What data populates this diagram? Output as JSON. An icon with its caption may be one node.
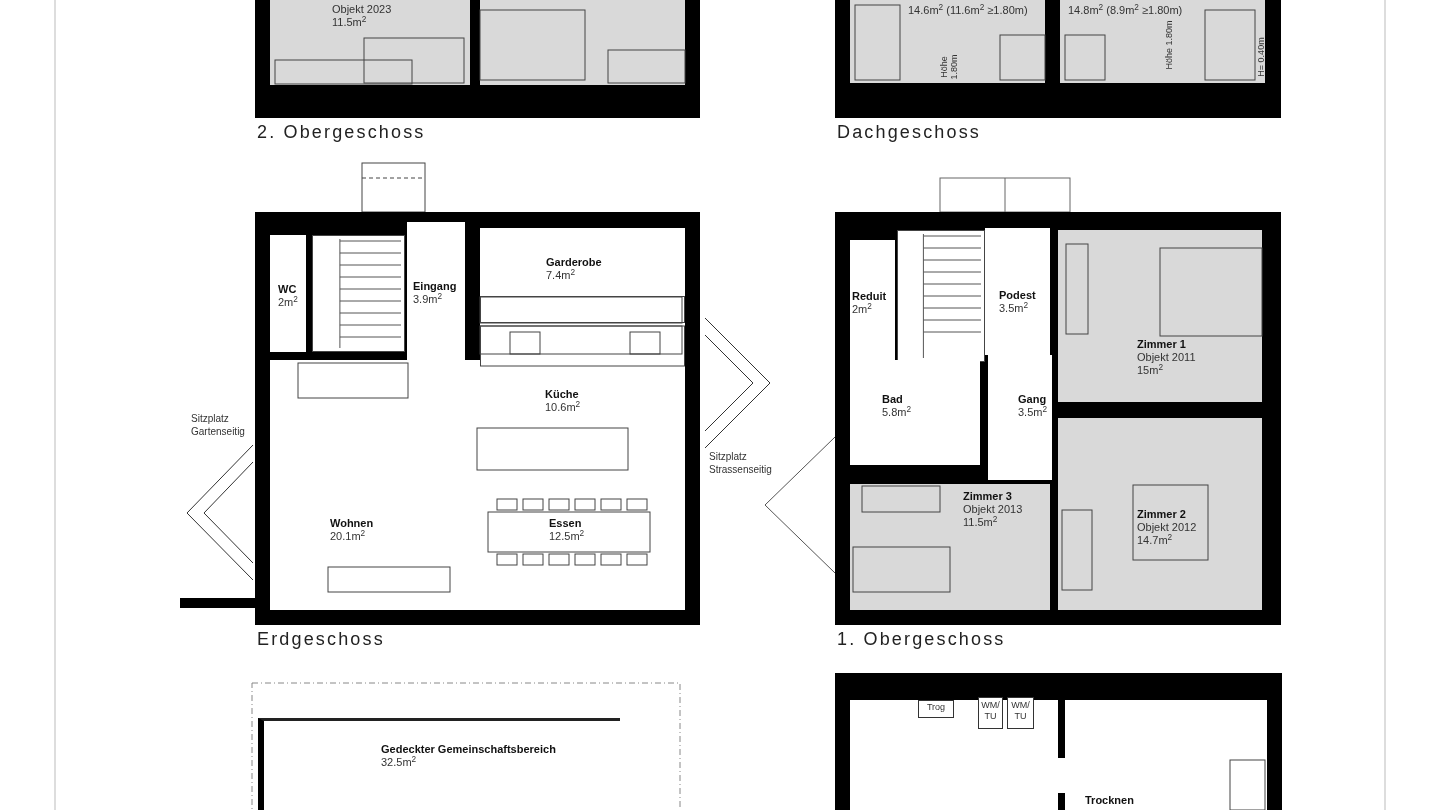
{
  "diagram": {
    "nodes": [
      {
        "text": [
          "2. Obergeschoss"
        ]
      },
      {
        "text": [
          "Objekt 2023",
          "11.5m$^{2}$"
        ],
        "in": 0
      },
      {
        "text": [
          "Dachgeschoss"
        ]
      },
      {
        "text": [
          "14.6m$^{2}$ (11.6m$^{2}$ ≥1.80m)"
        ],
        "in": 2
      },
      {
        "text": [
          "14.8m$^{2}$ (8.9m$^{2}$ ≥1.80m)"
        ],
        "in": 2
      },
      {
        "text": [
          "Erdgeschoss"
        ]
      },
      {
        "text": [
          "WC",
          "2m$^{2}$"
        ],
        "in": 5
      },
      {
        "text": [
          "Eingang",
          "3.9m$^{2}$"
        ],
        "in": 5
      },
      {
        "text": [
          "Garderobe",
          "7.4m$^{2}$"
        ],
        "in": 5
      },
      {
        "text": [
          "Küche",
          "10.6m$^{2}$"
        ],
        "in": 5
      },
      {
        "text": [
          "Wohnen",
          "20.1m$^{2}$"
        ],
        "in": 5
      },
      {
        "text": [
          "Essen",
          "12.5m$^{2}$"
        ],
        "in": 5
      },
      {
        "text": [
          "1. Obergeschoss"
        ]
      },
      {
        "text": [
          "Reduit",
          "2m$^{2}$"
        ],
        "in": 12
      },
      {
        "text": [
          "Podest",
          "3.5m$^{2}$"
        ],
        "in": 12
      },
      {
        "text": [
          "Zimmer 1",
          "Objekt 2011",
          "15m$^{2}$"
        ],
        "in": 12
      },
      {
        "text": [
          "Bad",
          "5.8m$^{2}$"
        ],
        "in": 12
      },
      {
        "text": [
          "Gang",
          "3.5m$^{2}$"
        ],
        "in": 12
      },
      {
        "text": [
          "Zimmer 3",
          "Objekt 2013",
          "11.5m$^{2}$"
        ],
        "in": 12
      },
      {
        "text": [
          "Zimmer 2",
          "Objekt 2012",
          "14.7m$^{2}$"
        ],
        "in": 12
      },
      {
        "text": [
          "Gedeckter Gemeinschaftsbereich",
          "32.5m$^{2}$"
        ]
      },
      {
        "text": [],
        "shape": "box"
      },
      {
        "text": [
          "Trog"
        ],
        "in": 21
      },
      {
        "text": [
          "WM/ TU"
        ],
        "in": 21
      },
      {
        "text": [
          "WM/ TU"
        ],
        "in": 21
      },
      {
        "text": [
          "Trocknen"
        ],
        "in": 21
      },
      {
        "text": [],
        "shape": "box",
        "in": 0
      }
    ],
    "labels": [
      "Höhe 1.80m",
      "Höhe 1.80m",
      "H= 0.40m",
      "Sitzplatz Gartenseitig",
      "Sitzplatz Strassenseitig"
    ]
  }
}
